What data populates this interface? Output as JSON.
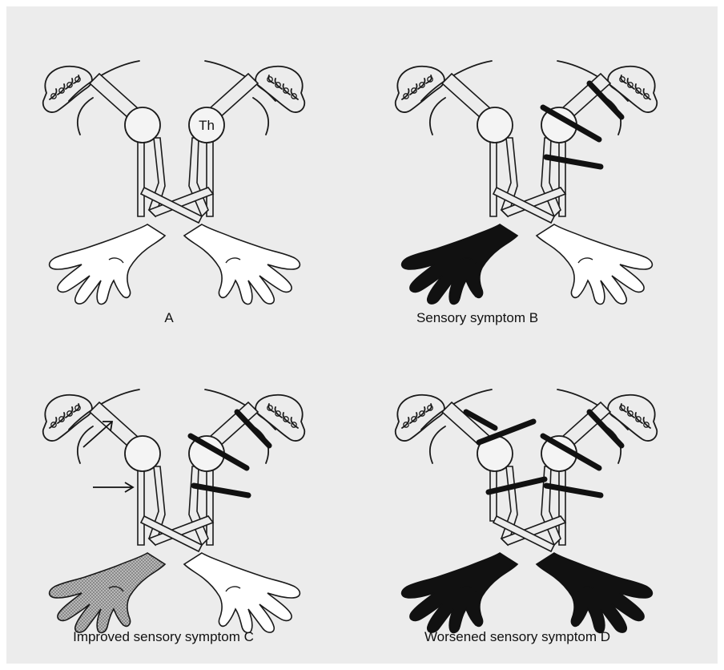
{
  "panels": [
    {
      "id": "A",
      "caption": "A",
      "thalamus_label": "Th",
      "right_hand_state": "normal",
      "left_hand_state": "normal"
    },
    {
      "id": "B",
      "caption": "Sensory symptom   B",
      "right_hand_state": "symptomatic",
      "left_hand_state": "normal"
    },
    {
      "id": "C",
      "caption": "Improved sensory symptom   C",
      "right_hand_state": "improved",
      "left_hand_state": "normal"
    },
    {
      "id": "D",
      "caption": "Worsened sensory symptom   D",
      "right_hand_state": "symptomatic",
      "left_hand_state": "symptomatic"
    }
  ],
  "colors": {
    "background": "#ececec",
    "symptomatic_fill": "#111111",
    "improved_fill": "#9a9a9a",
    "normal_fill": "#ffffff",
    "lesion": "#111111"
  },
  "icons": [
    "cortex-gyri-icon",
    "thalamus-node",
    "sensory-tract",
    "hand-icon",
    "lesion-bar",
    "arrow-icon"
  ]
}
